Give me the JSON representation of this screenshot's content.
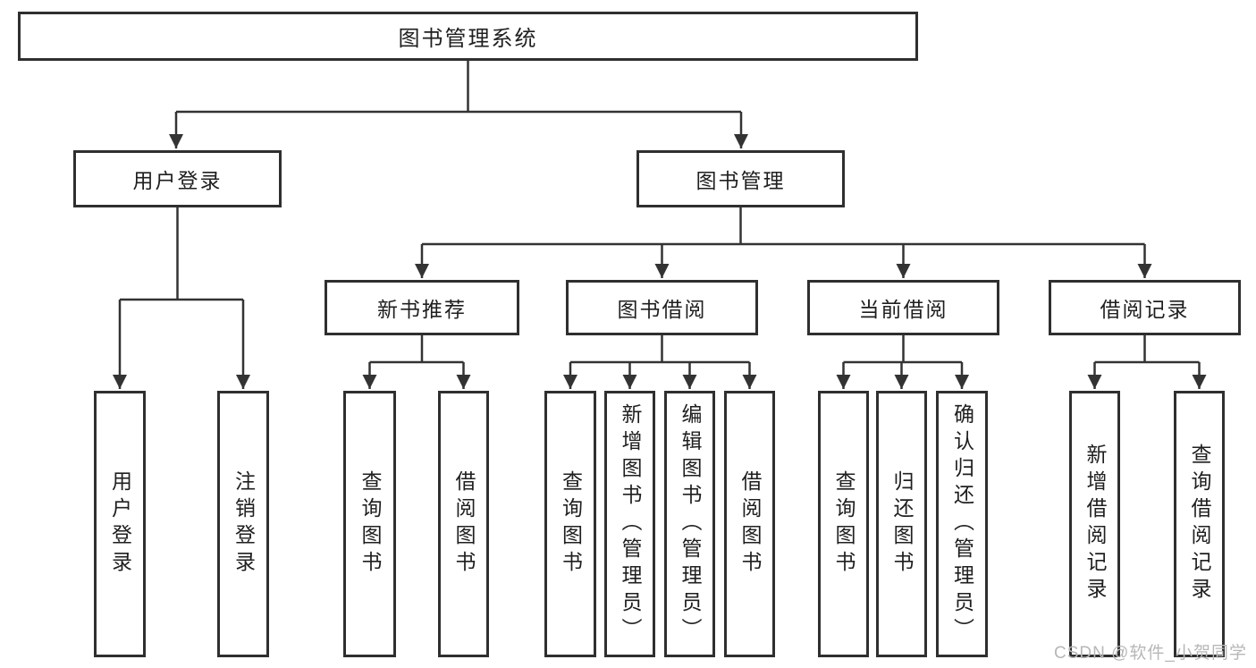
{
  "tree": {
    "label": "图书管理系统",
    "children": [
      {
        "label": "用户登录",
        "children": [
          {
            "label": "用户登录"
          },
          {
            "label": "注销登录"
          }
        ]
      },
      {
        "label": "图书管理",
        "children": [
          {
            "label": "新书推荐",
            "children": [
              {
                "label": "查询图书"
              },
              {
                "label": "借阅图书"
              }
            ]
          },
          {
            "label": "图书借阅",
            "children": [
              {
                "label": "查询图书"
              },
              {
                "label": "新增图书（管理员）"
              },
              {
                "label": "编辑图书（管理员）"
              },
              {
                "label": "借阅图书"
              }
            ]
          },
          {
            "label": "当前借阅",
            "children": [
              {
                "label": "查询图书"
              },
              {
                "label": "归还图书"
              },
              {
                "label": "确认归还（管理员）"
              }
            ]
          },
          {
            "label": "借阅记录",
            "children": [
              {
                "label": "新增借阅记录"
              },
              {
                "label": "查询借阅记录"
              }
            ]
          }
        ]
      }
    ]
  },
  "watermark": "CSDN @软件_小贺同学",
  "colors": {
    "line": "#333333",
    "text": "#1f1f1f",
    "watermark": "#b7b7b7",
    "background": "#ffffff"
  }
}
